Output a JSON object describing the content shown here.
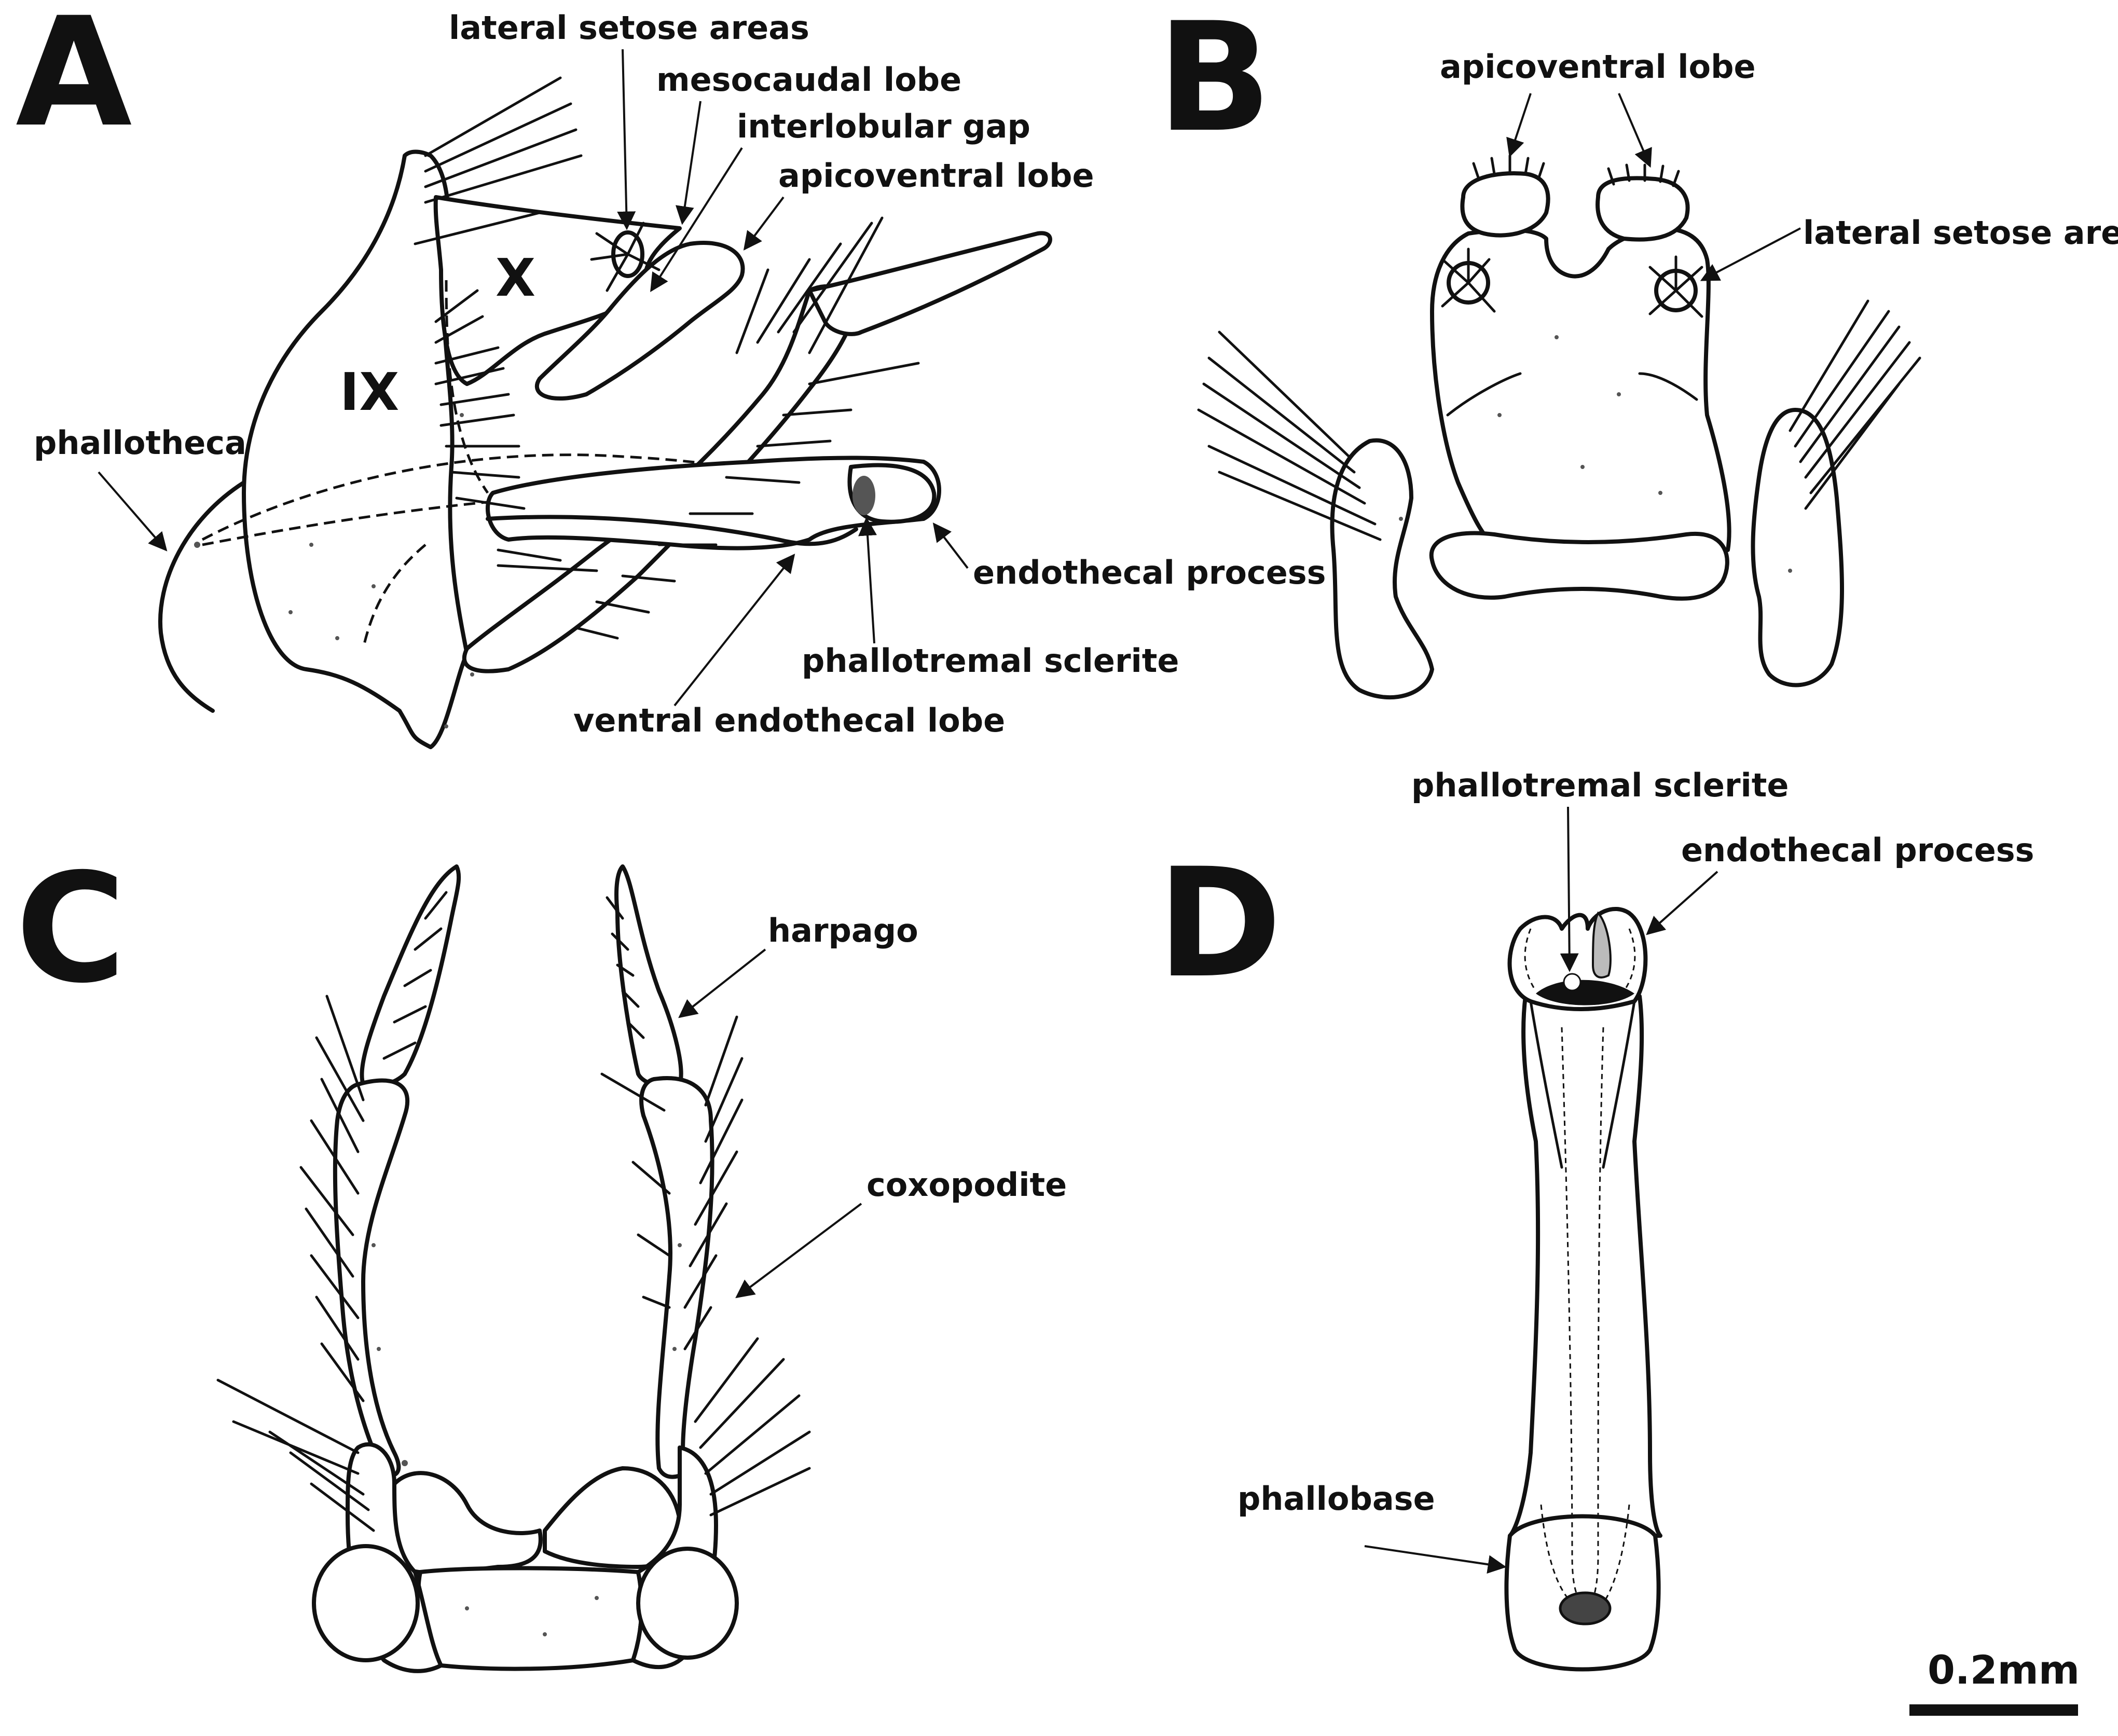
{
  "panels": {
    "A": {
      "letter": "A",
      "segment_labels": {
        "ix": "IX",
        "x": "X"
      },
      "labels": {
        "lateral_setose_areas": "lateral setose areas",
        "mesocaudal_lobe": "mesocaudal lobe",
        "interlobular_gap": "interlobular gap",
        "apicoventral_lobe": "apicoventral lobe",
        "phallotheca": "phallotheca",
        "endothecal_process": "endothecal process",
        "phallotremal_sclerite": "phallotremal sclerite",
        "ventral_endothecal_lobe": "ventral endothecal lobe"
      }
    },
    "B": {
      "letter": "B",
      "labels": {
        "apicoventral_lobe": "apicoventral lobe",
        "lateral_setose_areas": "lateral setose areas"
      }
    },
    "C": {
      "letter": "C",
      "labels": {
        "harpago": "harpago",
        "coxopodite": "coxopodite"
      }
    },
    "D": {
      "letter": "D",
      "labels": {
        "phallotremal_sclerite": "phallotremal sclerite",
        "endothecal_process": "endothecal process",
        "phallobase": "phallobase"
      }
    }
  },
  "scale_bar": {
    "label": "0.2mm"
  },
  "colors": {
    "ink": "#111111",
    "background": "#ffffff"
  }
}
